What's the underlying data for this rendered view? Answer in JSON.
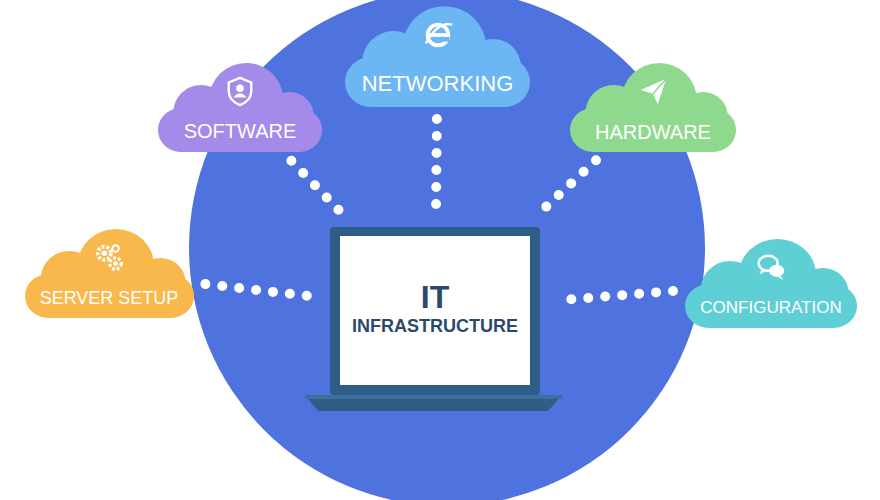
{
  "diagram": {
    "nodes": [
      {
        "text": [
          "NETWORKING"
        ]
      },
      {
        "text": [
          "SOFTWARE"
        ]
      },
      {
        "text": [
          "HARDWARE"
        ]
      },
      {
        "text": [
          "SERVER SETUP"
        ]
      },
      {
        "text": [
          "IT",
          "INFRASTRUCTURE"
        ]
      },
      {
        "text": [
          "CONFIGURATION"
        ]
      }
    ],
    "edges": [
      {
        "from": 0,
        "to": 4,
        "arrow": "none"
      },
      {
        "from": 1,
        "to": 4,
        "arrow": "none"
      },
      {
        "from": 2,
        "to": 4,
        "arrow": "none"
      },
      {
        "from": 3,
        "to": 4,
        "arrow": "none"
      },
      {
        "from": 5,
        "to": 4,
        "arrow": "none"
      }
    ]
  }
}
